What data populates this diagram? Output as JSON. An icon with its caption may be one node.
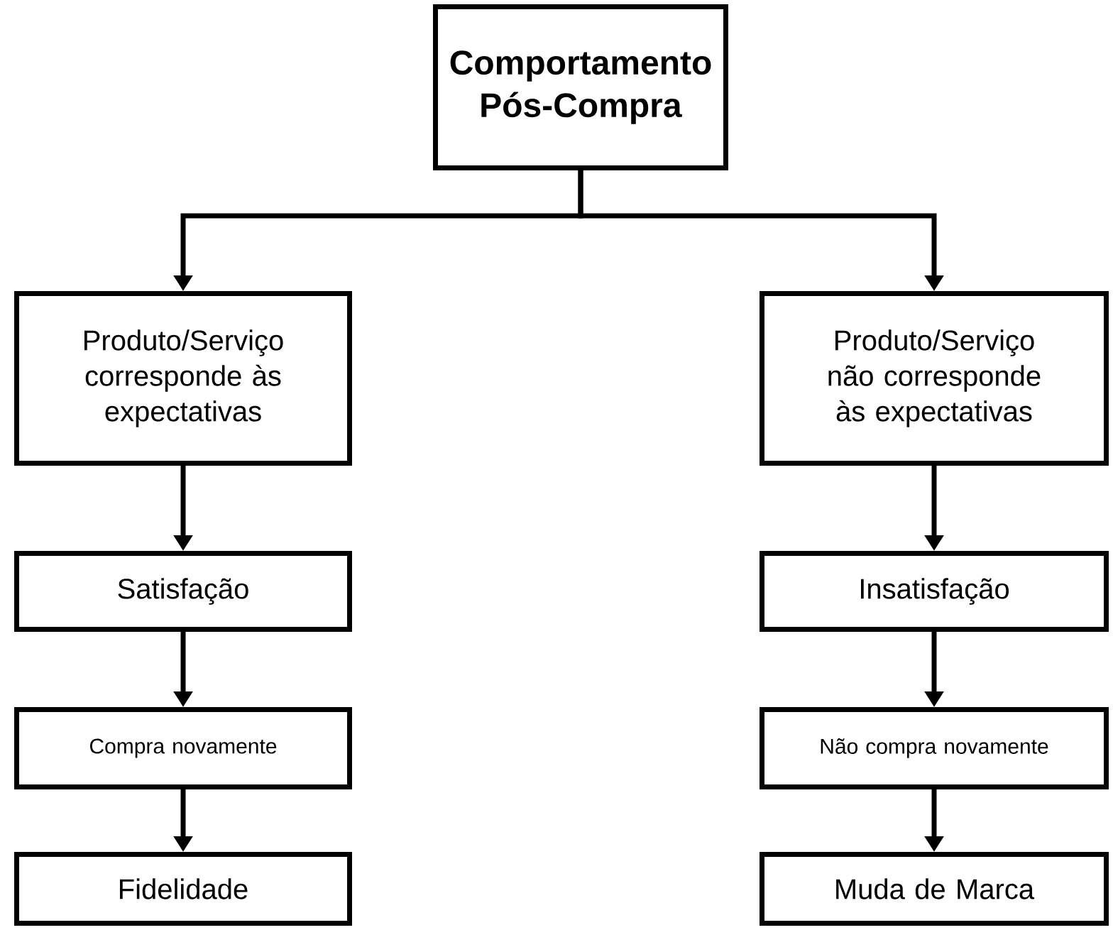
{
  "diagram": {
    "nodes": [
      {
        "text": [
          "**Comportamento Pós-Compra**"
        ]
      },
      {
        "text": [
          "Produto/Serviço corresponde às expectativas"
        ]
      },
      {
        "text": [
          "Produto/Serviço não corresponde às expectativas"
        ]
      },
      {
        "text": [
          "Satisfação"
        ]
      },
      {
        "text": [
          "Insatisfação"
        ]
      },
      {
        "text": [
          "Compra novamente"
        ]
      },
      {
        "text": [
          "Não compra novamente"
        ]
      },
      {
        "text": [
          "Fidelidade"
        ]
      },
      {
        "text": [
          "Muda de Marca"
        ]
      }
    ],
    "edges": [
      {
        "from": 0,
        "to": 1,
        "arrow": "to"
      },
      {
        "from": 0,
        "to": 2,
        "arrow": "to"
      },
      {
        "from": 1,
        "to": 3,
        "arrow": "to"
      },
      {
        "from": 2,
        "to": 4,
        "arrow": "to"
      },
      {
        "from": 3,
        "to": 5,
        "arrow": "to"
      },
      {
        "from": 4,
        "to": 6,
        "arrow": "to"
      },
      {
        "from": 5,
        "to": 7,
        "arrow": "to"
      },
      {
        "from": 6,
        "to": 8,
        "arrow": "to"
      }
    ]
  }
}
